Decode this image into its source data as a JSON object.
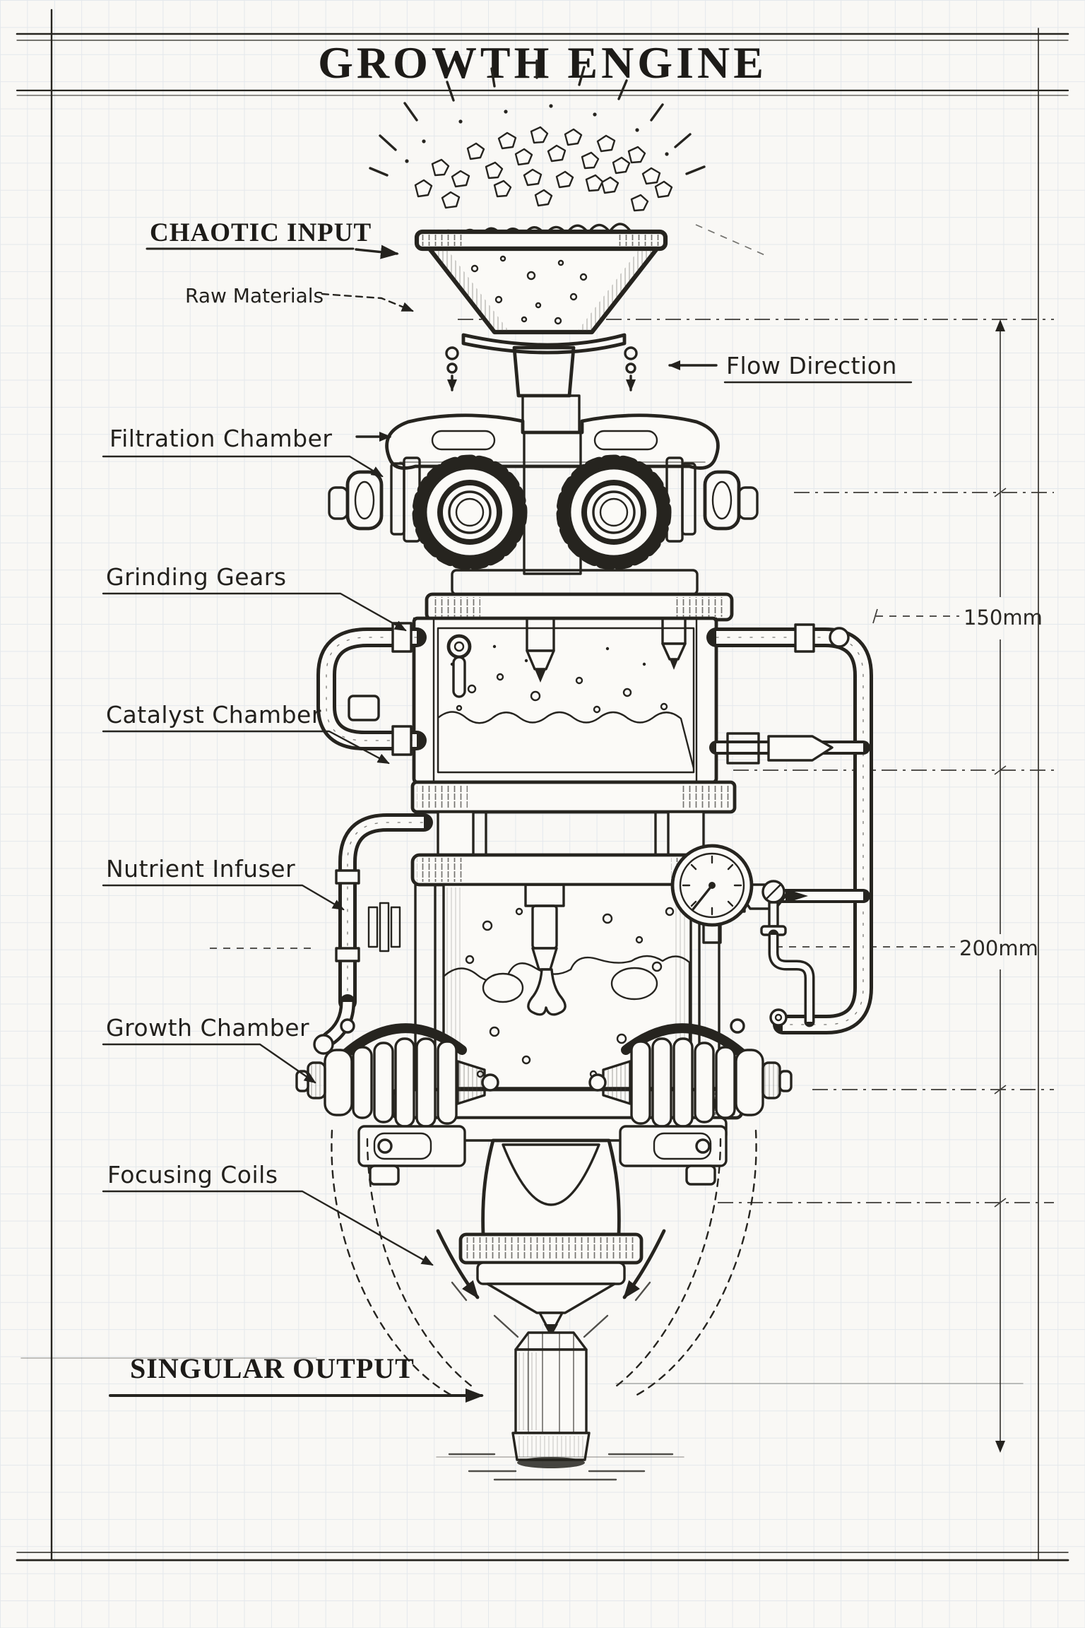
{
  "title": "GROWTH ENGINE",
  "labels": {
    "chaotic_input": "CHAOTIC INPUT",
    "raw_materials": "Raw Materials",
    "flow_direction": "Flow Direction",
    "filtration_chamber": "Filtration Chamber",
    "grinding_gears": "Grinding Gears",
    "catalyst_chamber": "Catalyst Chamber",
    "nutrient_infuser": "Nutrient Infuser",
    "growth_chamber": "Growth Chamber",
    "focusing_coils": "Focusing Coils",
    "singular_output": "SINGULAR OUTPUT"
  },
  "dimensions": {
    "height_upper": "150mm",
    "height_lower": "200mm"
  },
  "colors": {
    "ink": "#26241f",
    "paper": "#f9f8f5",
    "grid": "#e4e8ec"
  }
}
